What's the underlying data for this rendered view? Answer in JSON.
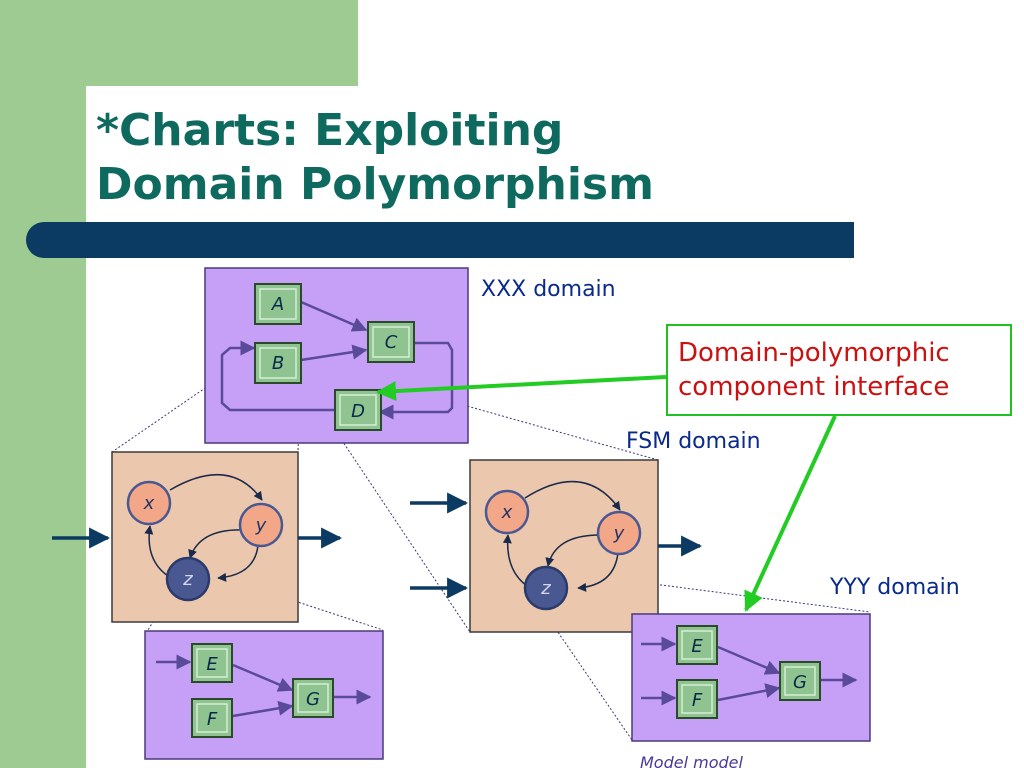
{
  "slide": {
    "title_line1": "*Charts: Exploiting",
    "title_line2": "Domain Polymorphism"
  },
  "labels": {
    "xxx": "XXX domain",
    "fsm": "FSM domain",
    "yyy": "YYY domain",
    "cut_off": "Model model"
  },
  "callout": {
    "line1": "Domain-polymorphic",
    "line2": "component interface"
  },
  "xxx_actors": [
    "A",
    "B",
    "C",
    "D"
  ],
  "fsm_states": [
    "x",
    "y",
    "z"
  ],
  "yyy_actors": [
    "E",
    "F",
    "G"
  ],
  "colors": {
    "sidebar": "#9dcb92",
    "title": "#0e6a5e",
    "bar": "#0b3a63",
    "purple_panel": "#c6a0f7",
    "fsm_panel": "#ebc7ad",
    "actor_box": "#8fc38f",
    "state_salmon": "#f2a888",
    "state_blue": "#4a5892",
    "callout_border": "#22c022",
    "callout_text": "#cc1111",
    "arrow_green": "#22cc22"
  }
}
